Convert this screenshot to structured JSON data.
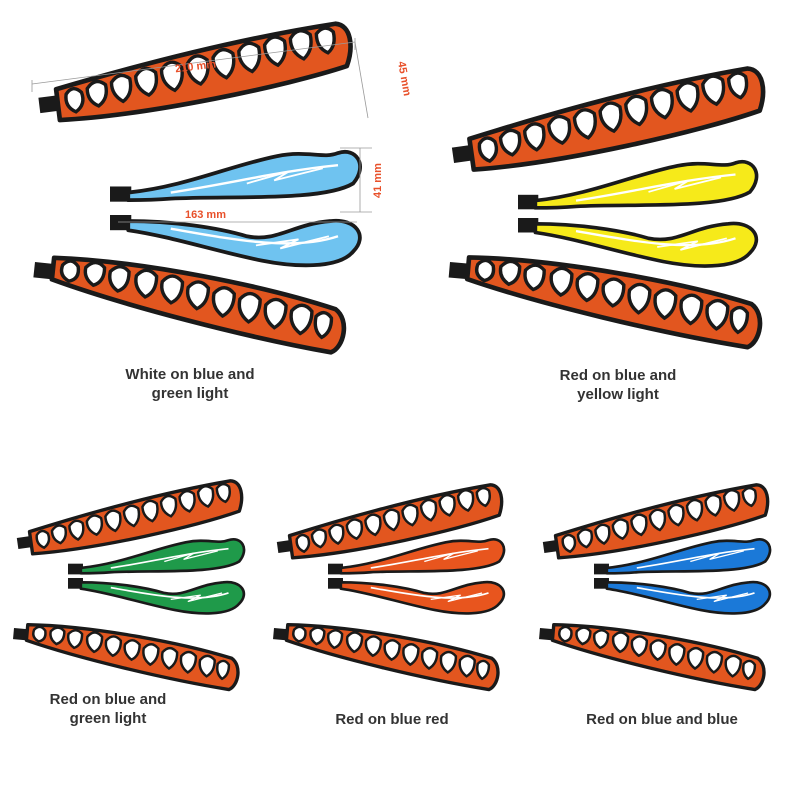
{
  "dimensions": {
    "length_top": "210 mm",
    "height_top": "45 mm",
    "height_light": "41 mm",
    "length_light": "163 mm",
    "label_color": "#e8502a",
    "line_color": "#9a9a9a"
  },
  "palette": {
    "outline": "#1a1a1a",
    "teeth_accent": "#e2561f",
    "teeth_fill": "#ffffff"
  },
  "variants": [
    {
      "caption_line1": "White on blue and",
      "caption_line2": "green light",
      "light_color": "#6fc3f0",
      "streak_color": "#ffffff"
    },
    {
      "caption_line1": "Red on blue and",
      "caption_line2": "yellow light",
      "light_color": "#f6ea1a",
      "streak_color": "#ffffff"
    },
    {
      "caption_line1": "Red on blue and",
      "caption_line2": "green light",
      "light_color": "#1f9a4a",
      "streak_color": "#ffffff"
    },
    {
      "caption_line1": "Red on blue red",
      "caption_line2": "",
      "light_color": "#e8551e",
      "streak_color": "#ffffff"
    },
    {
      "caption_line1": "Red on blue and blue",
      "caption_line2": "",
      "light_color": "#1b79d8",
      "streak_color": "#ffffff"
    }
  ]
}
